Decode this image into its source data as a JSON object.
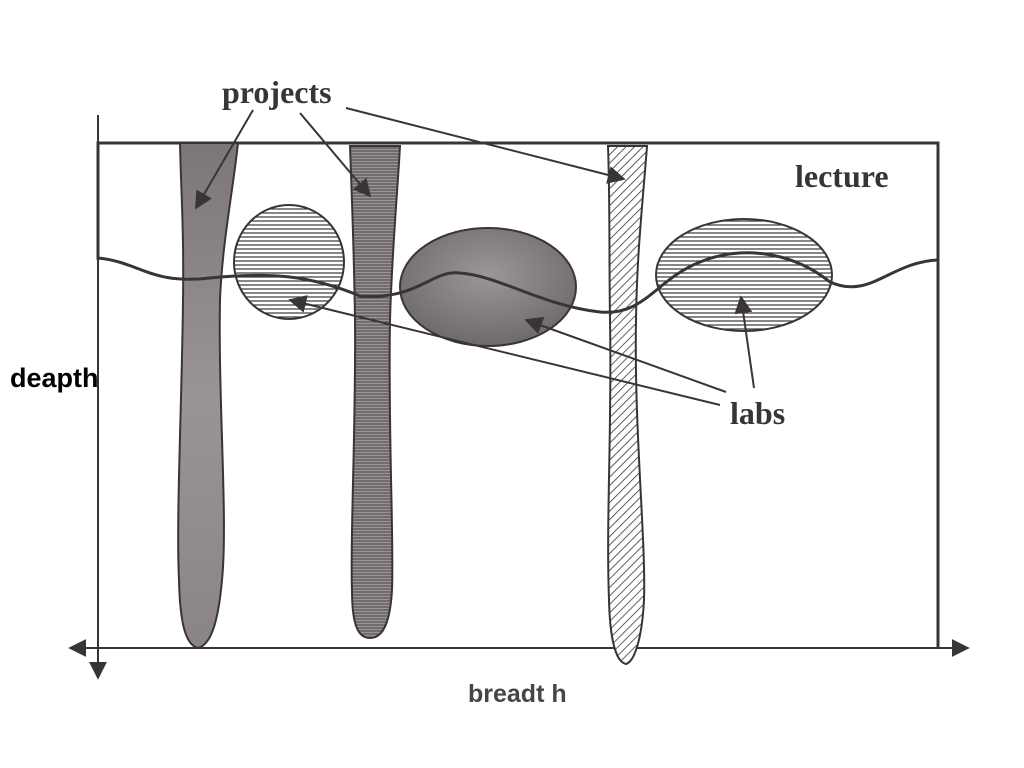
{
  "labels": {
    "projects": "projects",
    "lecture": "lecture",
    "labs": "labs",
    "depth": "deapth",
    "breadth": "breadt h"
  },
  "colors": {
    "ink": "#3a3535",
    "paper": "#ffffff",
    "depth_label": "#000000",
    "breadth_label": "#4a4545"
  }
}
